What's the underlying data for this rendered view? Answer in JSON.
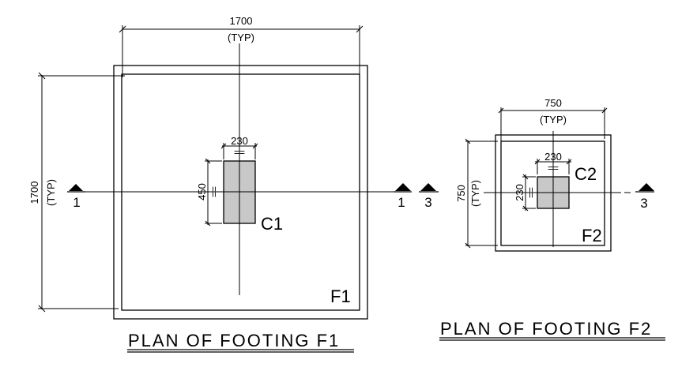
{
  "drawing": {
    "footing_f1": {
      "label": "F1",
      "column_label": "C1",
      "width_dim": "1700",
      "width_note": "(TYP)",
      "height_dim": "1700",
      "height_note": "(TYP)",
      "column_width_dim": "230",
      "column_depth_dim": "450",
      "equal_mark": "==",
      "section_left": "1",
      "section_right": "1",
      "title": "PLAN OF FOOTING F1"
    },
    "footing_f2": {
      "label": "F2",
      "column_label": "C2",
      "width_dim": "750",
      "width_note": "(TYP)",
      "height_dim": "750",
      "height_note": "(TYP)",
      "column_width_dim": "230",
      "column_depth_dim": "230",
      "equal_mark": "==",
      "section_left": "3",
      "section_right": "3",
      "title": "PLAN OF FOOTING F2"
    },
    "colors": {
      "line": "#000000",
      "column_fill": "#c8c8c8",
      "background": "#ffffff"
    }
  }
}
